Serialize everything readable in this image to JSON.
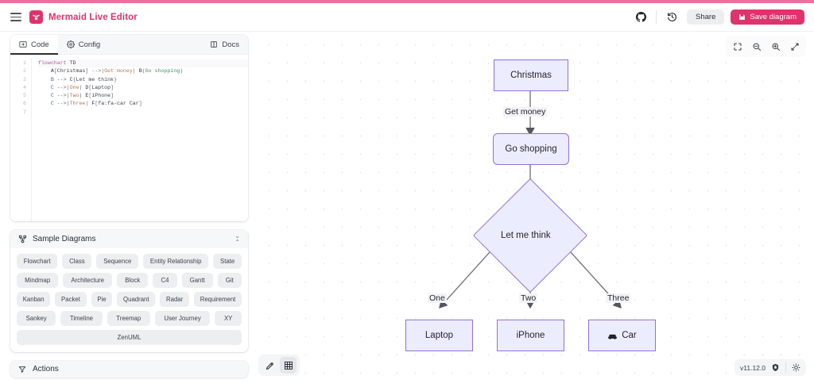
{
  "app": {
    "brand": "Mermaid Live Editor",
    "version_label": "v11.12.0"
  },
  "header": {
    "menu_icon": "hamburger-menu-icon",
    "logo_icon": "mermaid-logo-icon",
    "github_icon": "github-icon",
    "history_icon": "history-clock-icon",
    "share_label": "Share",
    "save_label": "Save diagram",
    "save_icon": "save-disk-icon"
  },
  "panel": {
    "tabs": [
      {
        "label": "Code",
        "icon": "code-brackets-icon",
        "active": true
      },
      {
        "label": "Config",
        "icon": "gear-icon",
        "active": false
      },
      {
        "label": "Docs",
        "icon": "book-icon",
        "active": false
      }
    ],
    "editor": {
      "line_numbers": [
        "1",
        "2",
        "3",
        "4",
        "5",
        "6",
        "7"
      ],
      "code": "flowchart TD\n    A[Christmas] -->|Get money| B(Go shopping)\n    B --> C{Let me think}\n    C -->|One| D[Laptop]\n    C -->|Two| E[iPhone]\n    C -->|Three| F[fa:fa-car Car]\n"
    },
    "samples": {
      "title": "Sample Diagrams",
      "icon": "diagram-icon",
      "collapse_icon": "collapse-chevrons-icon",
      "items": [
        "Flowchart",
        "Class",
        "Sequence",
        "Entity Relationship",
        "State",
        "Mindmap",
        "Architecture",
        "Block",
        "C4",
        "Gantt",
        "Git",
        "Kanban",
        "Packet",
        "Pie",
        "Quadrant",
        "Radar",
        "Requirement",
        "Sankey",
        "Timeline",
        "Treemap",
        "User Journey",
        "XY",
        "ZenUML"
      ]
    },
    "actions": {
      "title": "Actions",
      "icon": "filter-funnel-icon"
    }
  },
  "canvas": {
    "toolbar": [
      {
        "name": "fit-to-screen-icon"
      },
      {
        "name": "zoom-out-icon"
      },
      {
        "name": "zoom-in-icon"
      },
      {
        "name": "expand-diagonal-icon"
      }
    ],
    "bottom_left": [
      {
        "name": "pan-zoom-toggle-icon",
        "active": false
      },
      {
        "name": "grid-toggle-icon",
        "active": true
      }
    ],
    "bottom_right": {
      "version": "v11.12.0",
      "security_icon": "shield-icon",
      "theme_icon": "sun-theme-icon"
    }
  },
  "diagram": {
    "type": "flowchart",
    "direction": "TD",
    "nodes": [
      {
        "id": "A",
        "label": "Christmas",
        "shape": "rect"
      },
      {
        "id": "B",
        "label": "Go shopping",
        "shape": "round"
      },
      {
        "id": "C",
        "label": "Let me think",
        "shape": "diamond"
      },
      {
        "id": "D",
        "label": "Laptop",
        "shape": "rect"
      },
      {
        "id": "E",
        "label": "iPhone",
        "shape": "rect"
      },
      {
        "id": "F",
        "label": "Car",
        "shape": "rect",
        "icon": "car-icon"
      }
    ],
    "edges": [
      {
        "from": "A",
        "to": "B",
        "label": "Get money"
      },
      {
        "from": "B",
        "to": "C",
        "label": ""
      },
      {
        "from": "C",
        "to": "D",
        "label": "One"
      },
      {
        "from": "C",
        "to": "E",
        "label": "Two"
      },
      {
        "from": "C",
        "to": "F",
        "label": "Three"
      }
    ],
    "colors": {
      "node_fill": "#ececff",
      "node_stroke": "#9370db",
      "edge_stroke": "#6b6b7b",
      "label_bg": "#f3f3f8"
    }
  }
}
